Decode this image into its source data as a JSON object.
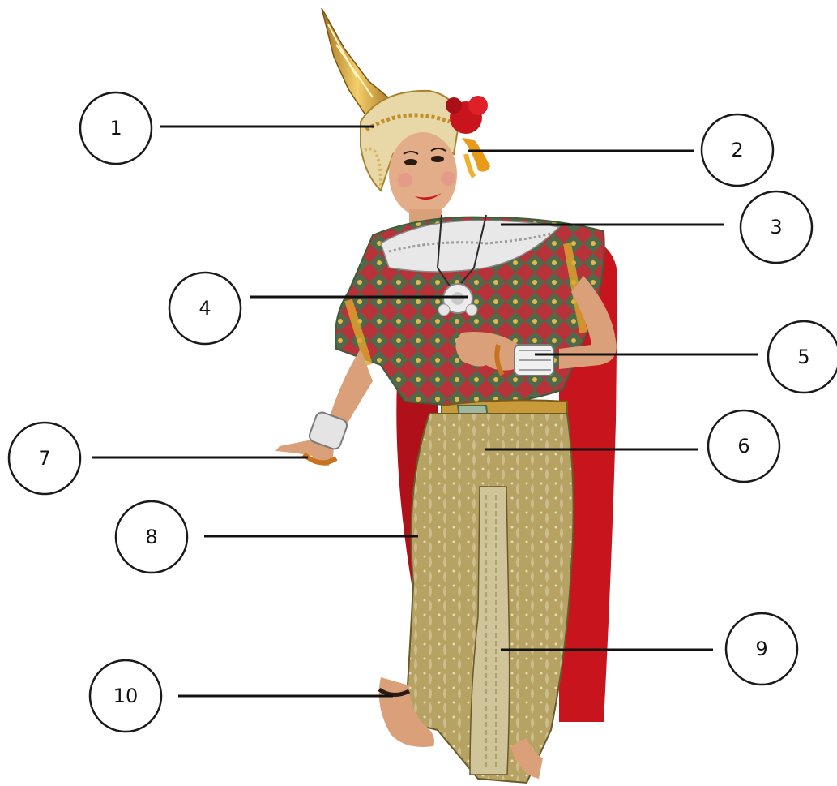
{
  "callouts": [
    {
      "label": "1"
    },
    {
      "label": "2"
    },
    {
      "label": "3"
    },
    {
      "label": "4"
    },
    {
      "label": "5"
    },
    {
      "label": "6"
    },
    {
      "label": "7"
    },
    {
      "label": "8"
    },
    {
      "label": "9"
    },
    {
      "label": "10"
    }
  ],
  "colors": {
    "skin": "#d9a07a",
    "costume_red": "#c8141c",
    "costume_green": "#2f7a4e",
    "gold": "#d4a63a",
    "skirt_gold": "#b9a56a",
    "silver": "#e6e6e6",
    "outline": "#1a1a1a"
  }
}
